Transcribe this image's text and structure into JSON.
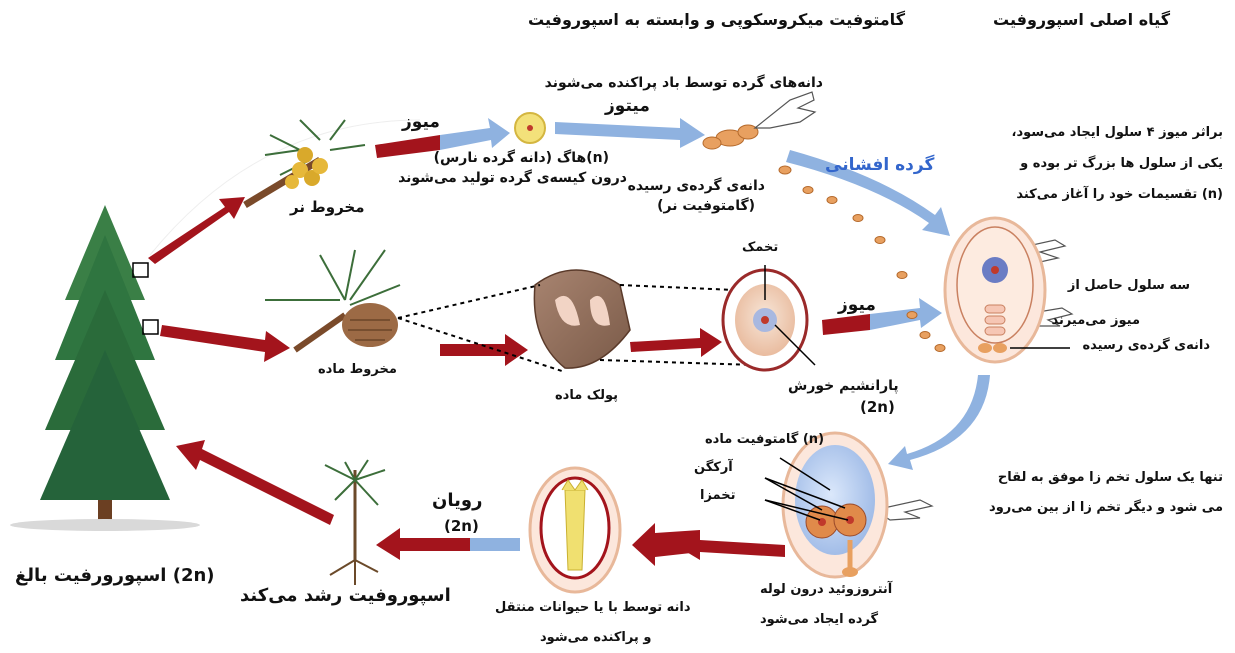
{
  "header": {
    "sporophyte_title": "گیاه اصلی اسپوروفیت",
    "gametophyte_title": "گامتوفیت میکروسکوپی و وابسته به اسپوروفیت"
  },
  "labels": {
    "pollen_dispersed": "دانه‌های گرده توسط باد پراکنده می‌شوند",
    "meiosis_top": "میوز",
    "mitosis_top": "میتوز",
    "pollination": "گرده افشانی",
    "haploid_line1": "(n)هاگ (دانه گرده نارس)",
    "haploid_line2": "درون کیسه‌ی گرده تولید می‌شوند",
    "mature_pollen_line1": "دانه‌ی گرده‌ی رسیده",
    "mature_pollen_line2": "(گامتوفیت نر)",
    "male_cone": "مخروط نر",
    "female_cone": "مخروط ماده",
    "female_scale": "پولک ماده",
    "ovule": "تخمک",
    "meiosis_mid": "میوز",
    "nucellus": "پارانشیم خورش",
    "nucellus_ploidy": "(2n)",
    "meiosis_note_l1": "براثر میوز ۴ سلول ایجاد می‌سود،",
    "meiosis_note_l2": "یکی از سلول ها بزرگ تر بوده و",
    "meiosis_note_l3": "(n) تقسیمات خود را آغاز می‌کند",
    "three_cells_l1": "سه سلول حاصل از",
    "three_cells_l2": "میوز می‌میرند",
    "mature_pollen_right": "دانه‌ی گرده‌ی رسیده",
    "female_gametophyte": "(n)  گامتوفیت ماده",
    "archegonium": "آرکگن",
    "egg": "تخمزا",
    "only_one_l1": "تنها یک سلول تخم زا موفق به لقاح",
    "only_one_l2": "می شود و دیگر تخم زا از بین می‌رود",
    "antherozoid_l1": "آنتروزوئید درون لوله",
    "antherozoid_l2": "گرده ایجاد می‌شود",
    "embryo": "رویان",
    "embryo_ploidy": "(2n)",
    "seed_l1": "دانه توسط با یا حیوانات منتقل",
    "seed_l2": "و پراکنده می‌شود",
    "sporophyte_grows": "اسپوروفیت رشد می‌کند",
    "adult_sporophyte": "(2n) اسپورورفیت بالغ"
  },
  "colors": {
    "arrow_red": "#a3141c",
    "arrow_blue": "#8fb2e0",
    "pollen": "#e8a060",
    "tree": "#2e7a3e",
    "ovule_fill": "#f4d9c4"
  }
}
